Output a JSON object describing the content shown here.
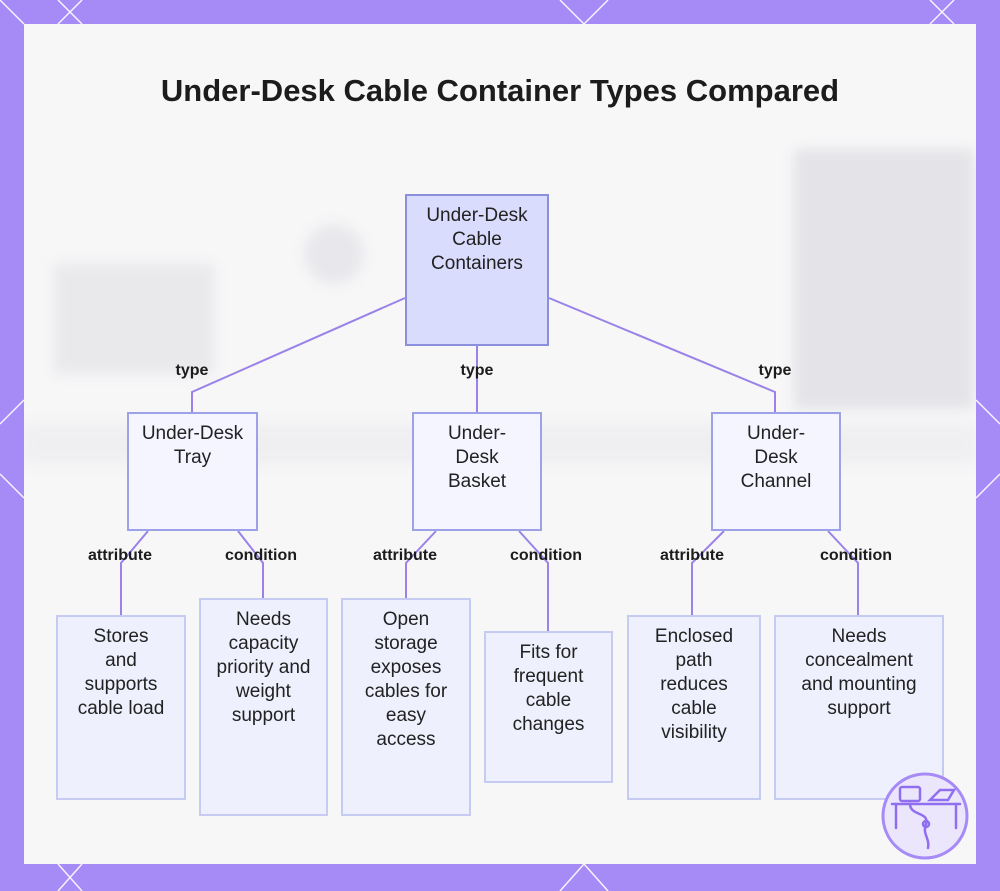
{
  "diagram": {
    "title": "Under-Desk Cable Container Types Compared",
    "root": {
      "label": "Under-Desk Cable Containers"
    },
    "branches": [
      {
        "label": "Under-Desk Tray",
        "edge": "type",
        "children": [
          {
            "edge": "attribute",
            "label": "Stores and supports cable load"
          },
          {
            "edge": "condition",
            "label": "Needs capacity priority and weight support"
          }
        ]
      },
      {
        "label": "Under-Desk Basket",
        "edge": "type",
        "children": [
          {
            "edge": "attribute",
            "label": "Open storage exposes cables for easy access"
          },
          {
            "edge": "condition",
            "label": "Fits for frequent cable changes"
          }
        ]
      },
      {
        "label": "Under-Desk Channel",
        "edge": "type",
        "children": [
          {
            "edge": "attribute",
            "label": "Enclosed path reduces cable visibility"
          },
          {
            "edge": "condition",
            "label": "Needs concealment and mounting support"
          }
        ]
      }
    ]
  },
  "colors": {
    "frame": "#a68af5",
    "connector": "#9b82e8",
    "root_fill": "#dadcfd",
    "node_border": "#9da2e8"
  },
  "logo": {
    "icon": "desk-cable-logo-icon"
  }
}
